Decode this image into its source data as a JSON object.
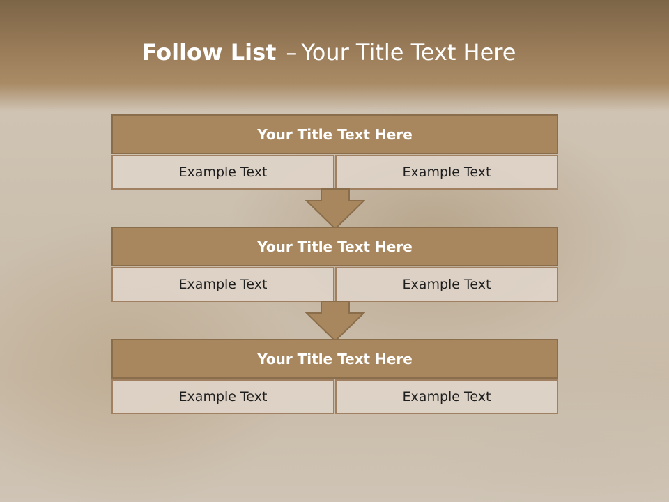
{
  "slide": {
    "title_bold": "Follow List",
    "title_sep": "–",
    "title_rest": "Your Title Text Here"
  },
  "blocks": [
    {
      "title": "Your Title Text Here",
      "cells": [
        "Example Text",
        "Example Text"
      ]
    },
    {
      "title": "Your Title Text Here",
      "cells": [
        "Example Text",
        "Example Text"
      ]
    },
    {
      "title": "Your Title Text Here",
      "cells": [
        "Example Text",
        "Example Text"
      ]
    }
  ],
  "colors": {
    "header": "#9a7c59",
    "block_title": "#a8875e",
    "block_border": "#8a6e4b",
    "cell_fill": "#ded4c8"
  }
}
